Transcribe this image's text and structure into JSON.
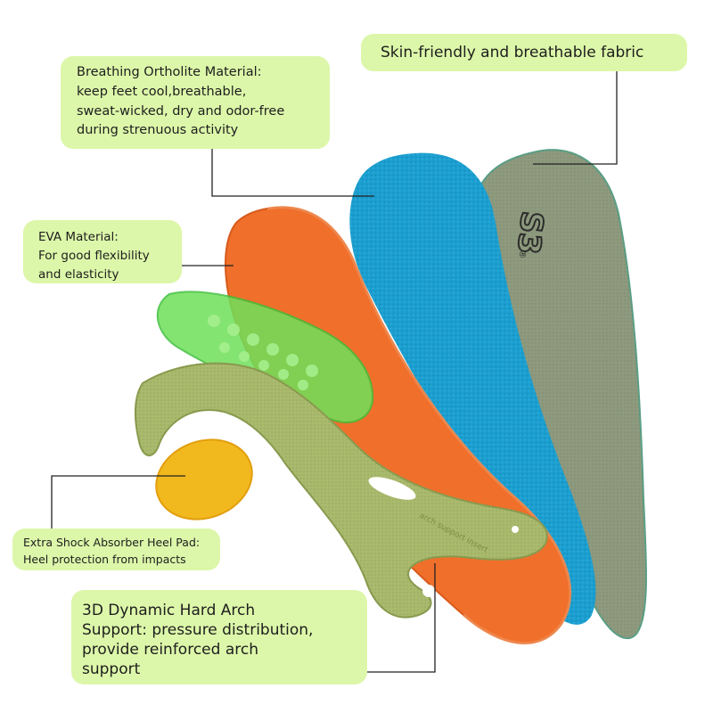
{
  "colors": {
    "callout_bg": "#dcf7a9",
    "fabric_layer": "#8e9a7d",
    "ortholite_layer": "#1b9fd0",
    "eva_layer": "#ef6f2b",
    "arch_support": "#a9ba6d",
    "gel_insert": "#6ee05a",
    "heel_pad": "#f2b91f",
    "leader_line": "#222222"
  },
  "callouts": {
    "fabric": {
      "line1": "Skin-friendly and breathable fabric"
    },
    "ortholite": {
      "line1": "Breathing Ortholite Material:",
      "line2": "keep feet cool,breathable,",
      "line3": "sweat-wicked, dry and odor-free",
      "line4": "during strenuous activity"
    },
    "eva": {
      "line1": "EVA Material:",
      "line2": "For good flexibility",
      "line3": "and elasticity"
    },
    "heel": {
      "line1": "Extra Shock Absorber Heel Pad:",
      "line2": "Heel protection from impacts"
    },
    "arch": {
      "line1": "3D Dynamic Hard Arch",
      "line2": "Support: pressure distribution,",
      "line3": "provide reinforced arch",
      "line4": "support"
    }
  },
  "insole_logo": {
    "mark": "S3",
    "registered": "®"
  },
  "arch_embossed_text": "arch support insert"
}
